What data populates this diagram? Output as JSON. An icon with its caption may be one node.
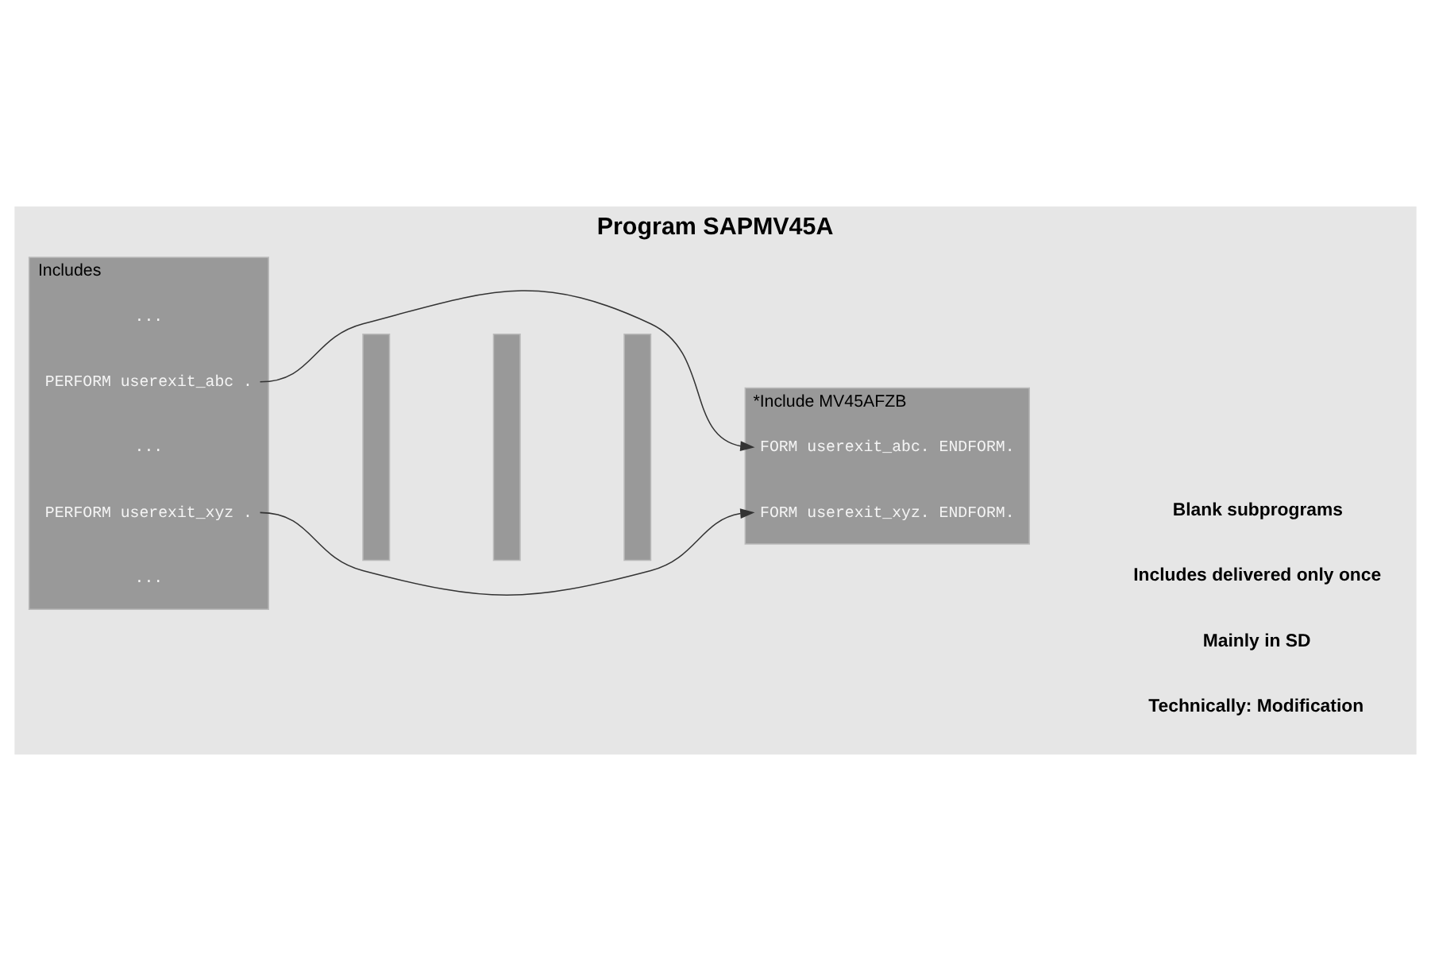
{
  "diagram": {
    "title": "Program SAPMV45A",
    "nodes": [
      {
        "text": [
          "Includes"
        ]
      },
      {
        "text": [
          "..."
        ],
        "in": 0
      },
      {
        "text": [
          "PERFORM userexit_abc ."
        ],
        "in": 0
      },
      {
        "text": [
          "..."
        ],
        "in": 0
      },
      {
        "text": [
          "PERFORM userexit_xyz ."
        ],
        "in": 0
      },
      {
        "text": [
          "..."
        ],
        "in": 0
      },
      {
        "text": [],
        "shape": "box"
      },
      {
        "text": [],
        "shape": "box"
      },
      {
        "text": [],
        "shape": "box"
      },
      {
        "text": [
          "*Include MV45AFZB"
        ]
      },
      {
        "text": [
          "FORM userexit_abc. ENDFORM."
        ],
        "in": 9
      },
      {
        "text": [
          "FORM userexit_xyz. ENDFORM."
        ],
        "in": 9
      }
    ],
    "edges": [
      {
        "from": 2,
        "to": 10,
        "arrow": "to"
      },
      {
        "from": 4,
        "to": 11,
        "arrow": "to"
      }
    ],
    "labels": [
      "Blank subprograms",
      "Includes delivered only once",
      "Mainly in SD",
      "Technically: Modification"
    ]
  }
}
